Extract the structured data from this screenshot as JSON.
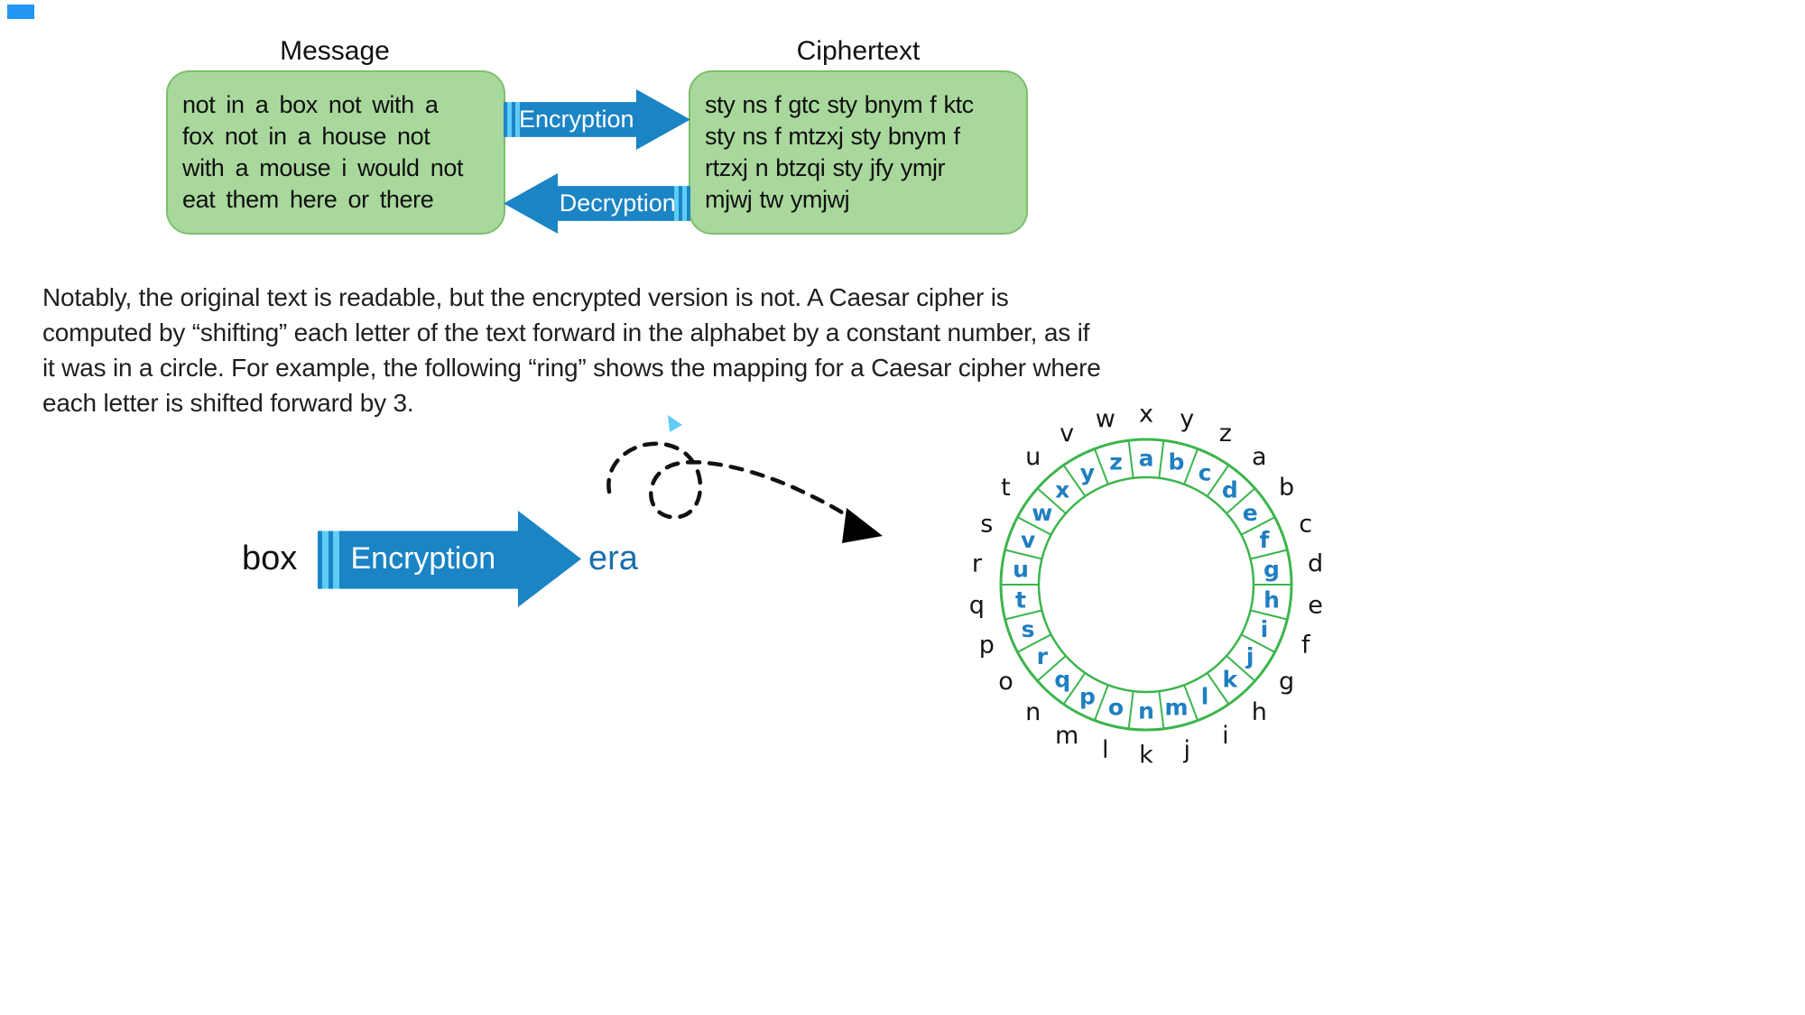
{
  "colors": {
    "box_fill": "#a9d89d",
    "box_border": "#7cbf6b",
    "arrow_blue": "#1b84c5",
    "arrow_stripe": "#5ecdf5",
    "ring_green": "#3cb54d",
    "inner_letter_blue": "#1f7fc0",
    "cipher_text_blue": "#1a6fae"
  },
  "flow": {
    "message_label": "Message",
    "ciphertext_label": "Ciphertext",
    "message_lines": [
      "not in a box not with a",
      "fox not in a house not",
      "with a mouse i would not",
      "eat them here or there"
    ],
    "ciphertext_lines": [
      "sty ns f gtc sty bnym f ktc",
      "sty ns f mtzxj sty bnym f",
      "rtzxj n btzqi sty jfy ymjr",
      "mjwj tw ymjwj"
    ],
    "encryption_label": "Encryption",
    "decryption_label": "Decryption"
  },
  "paragraph_lines": [
    "Notably, the original text is readable, but the encrypted version is not. A Caesar cipher is",
    "computed by “shifting” each letter of the text forward in the alphabet by a constant number, as if",
    "it was in a circle. For example, the following “ring” shows the mapping for a Caesar cipher where",
    "each letter is shifted forward by 3."
  ],
  "example": {
    "plain_text": "box",
    "arrow_label": "Encryption",
    "cipher_text": "era"
  },
  "ring": {
    "shift": 3,
    "top_outer_letter": "x",
    "outer_letters": [
      "a",
      "b",
      "c",
      "d",
      "e",
      "f",
      "g",
      "h",
      "i",
      "j",
      "k",
      "l",
      "m",
      "n",
      "o",
      "p",
      "q",
      "r",
      "s",
      "t",
      "u",
      "v",
      "w",
      "x",
      "y",
      "z"
    ],
    "inner_letters": [
      "d",
      "e",
      "f",
      "g",
      "h",
      "i",
      "j",
      "k",
      "l",
      "m",
      "n",
      "o",
      "p",
      "q",
      "r",
      "s",
      "t",
      "u",
      "v",
      "w",
      "x",
      "y",
      "z",
      "a",
      "b",
      "c"
    ]
  }
}
